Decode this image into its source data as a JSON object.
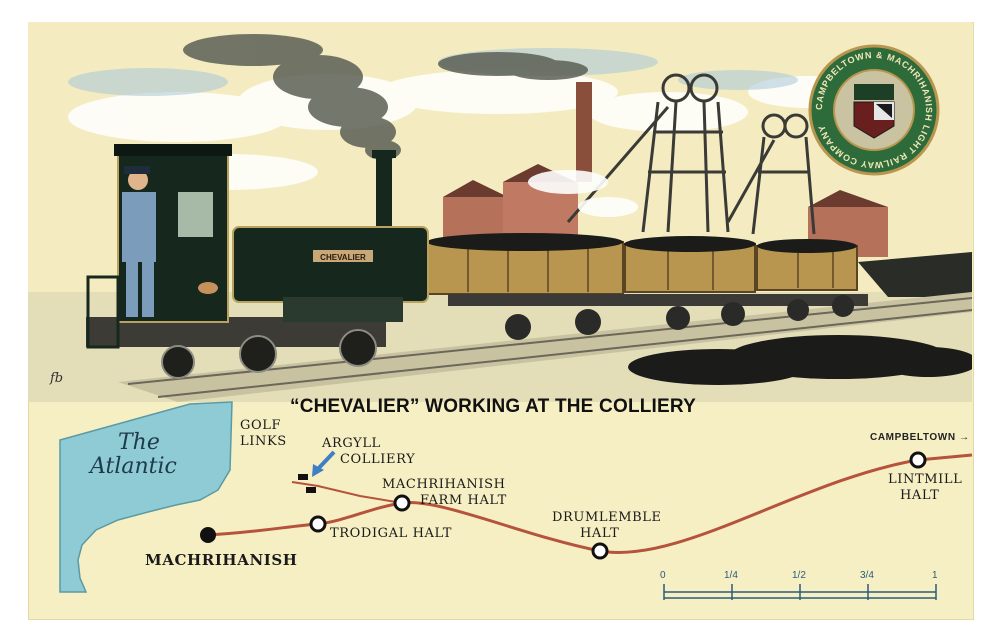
{
  "caption": "“CHEVALIER” WORKING AT THE COLLIERY",
  "locomotive_nameplate": "CHEVALIER",
  "artist_signature": "fb",
  "emblem_text": "CAMPBELTOWN & MACHRIHANISH LIGHT RAILWAY COMPANY",
  "map": {
    "sea_label_line1": "The",
    "sea_label_line2": "Atlantic",
    "golf_links_line1": "GOLF",
    "golf_links_line2": "LINKS",
    "colliery_line1": "ARGYLL",
    "colliery_line2": "COLLIERY",
    "machrihanish": "MACHRIHANISH",
    "trodigal": "TRODIGAL HALT",
    "farm_halt_line1": "MACHRIHANISH",
    "farm_halt_line2": "FARM HALT",
    "drumlemble_line1": "DRUMLEMBLE",
    "drumlemble_line2": "HALT",
    "lintmill_line1": "LINTMILL",
    "lintmill_line2": "HALT",
    "campbeltown": "CAMPBELTOWN",
    "campbeltown_arrow": "→",
    "scale_ticks": [
      "0",
      "1/4",
      "1/2",
      "3/4",
      "1"
    ]
  },
  "colors": {
    "card_bg": "#f6efc4",
    "sea": "#8fcbd4",
    "railway_line": "#b5533c",
    "loco_green": "#16281d",
    "coal": "#1b1c1a",
    "wagon": "#b8964f",
    "emblem_green": "#2e6b3a"
  }
}
